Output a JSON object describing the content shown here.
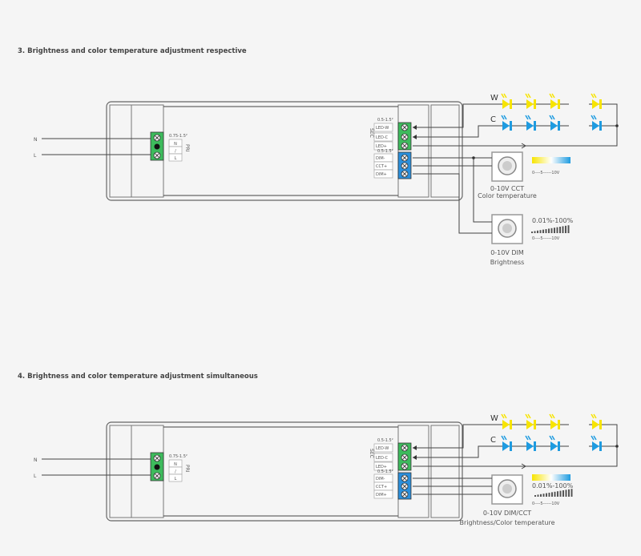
{
  "diagrams": [
    {
      "title": "3. Brightness and color temperature adjustment respective",
      "mode": "respective",
      "pri": {
        "wire_size": "0.75-1.5²",
        "terminals": [
          "N",
          "/",
          "L"
        ],
        "label": "PRI",
        "inputs": [
          "N",
          "L"
        ]
      },
      "sec": {
        "label": "SEC",
        "wire_size_led": "0.5-1.5²",
        "led_terminals": [
          "LED-W",
          "LED-C",
          "LED+"
        ],
        "wire_size_dim": "0.5-1.5²",
        "dim_terminals": [
          "DIM-",
          "CCT+",
          "DIM+"
        ]
      },
      "led_rows": [
        "W",
        "C"
      ],
      "controllers": [
        {
          "name": "0-10V CCT",
          "caption": "Color temperature",
          "scale": "0----5------10V",
          "type": "cct"
        },
        {
          "name": "0-10V DIM",
          "caption": "Brightness",
          "range": "0.01%-100%",
          "scale": "0----5------10V",
          "type": "dim"
        }
      ]
    },
    {
      "title": "4. Brightness and color temperature adjustment simultaneous",
      "mode": "simultaneous",
      "pri": {
        "wire_size": "0.75-1.5²",
        "terminals": [
          "N",
          "/",
          "L"
        ],
        "label": "PRI",
        "inputs": [
          "N",
          "L"
        ]
      },
      "sec": {
        "label": "SEC",
        "wire_size_led": "0.5-1.5²",
        "led_terminals": [
          "LED-W",
          "LED-C",
          "LED+"
        ],
        "wire_size_dim": "0.5-1.5²",
        "dim_terminals": [
          "DIM-",
          "CCT+",
          "DIM+"
        ]
      },
      "led_rows": [
        "W",
        "C"
      ],
      "controllers": [
        {
          "name": "0-10V DIM/CCT",
          "caption": "Brightness/Color temperature",
          "range": "0.01%-100%",
          "scale": "0----5------10V",
          "type": "both"
        }
      ]
    }
  ],
  "colors": {
    "warm": "#f7e400",
    "cool": "#1e9be0",
    "green": "#3dbb5c",
    "blue": "#2a8fdc",
    "line": "#444444"
  }
}
